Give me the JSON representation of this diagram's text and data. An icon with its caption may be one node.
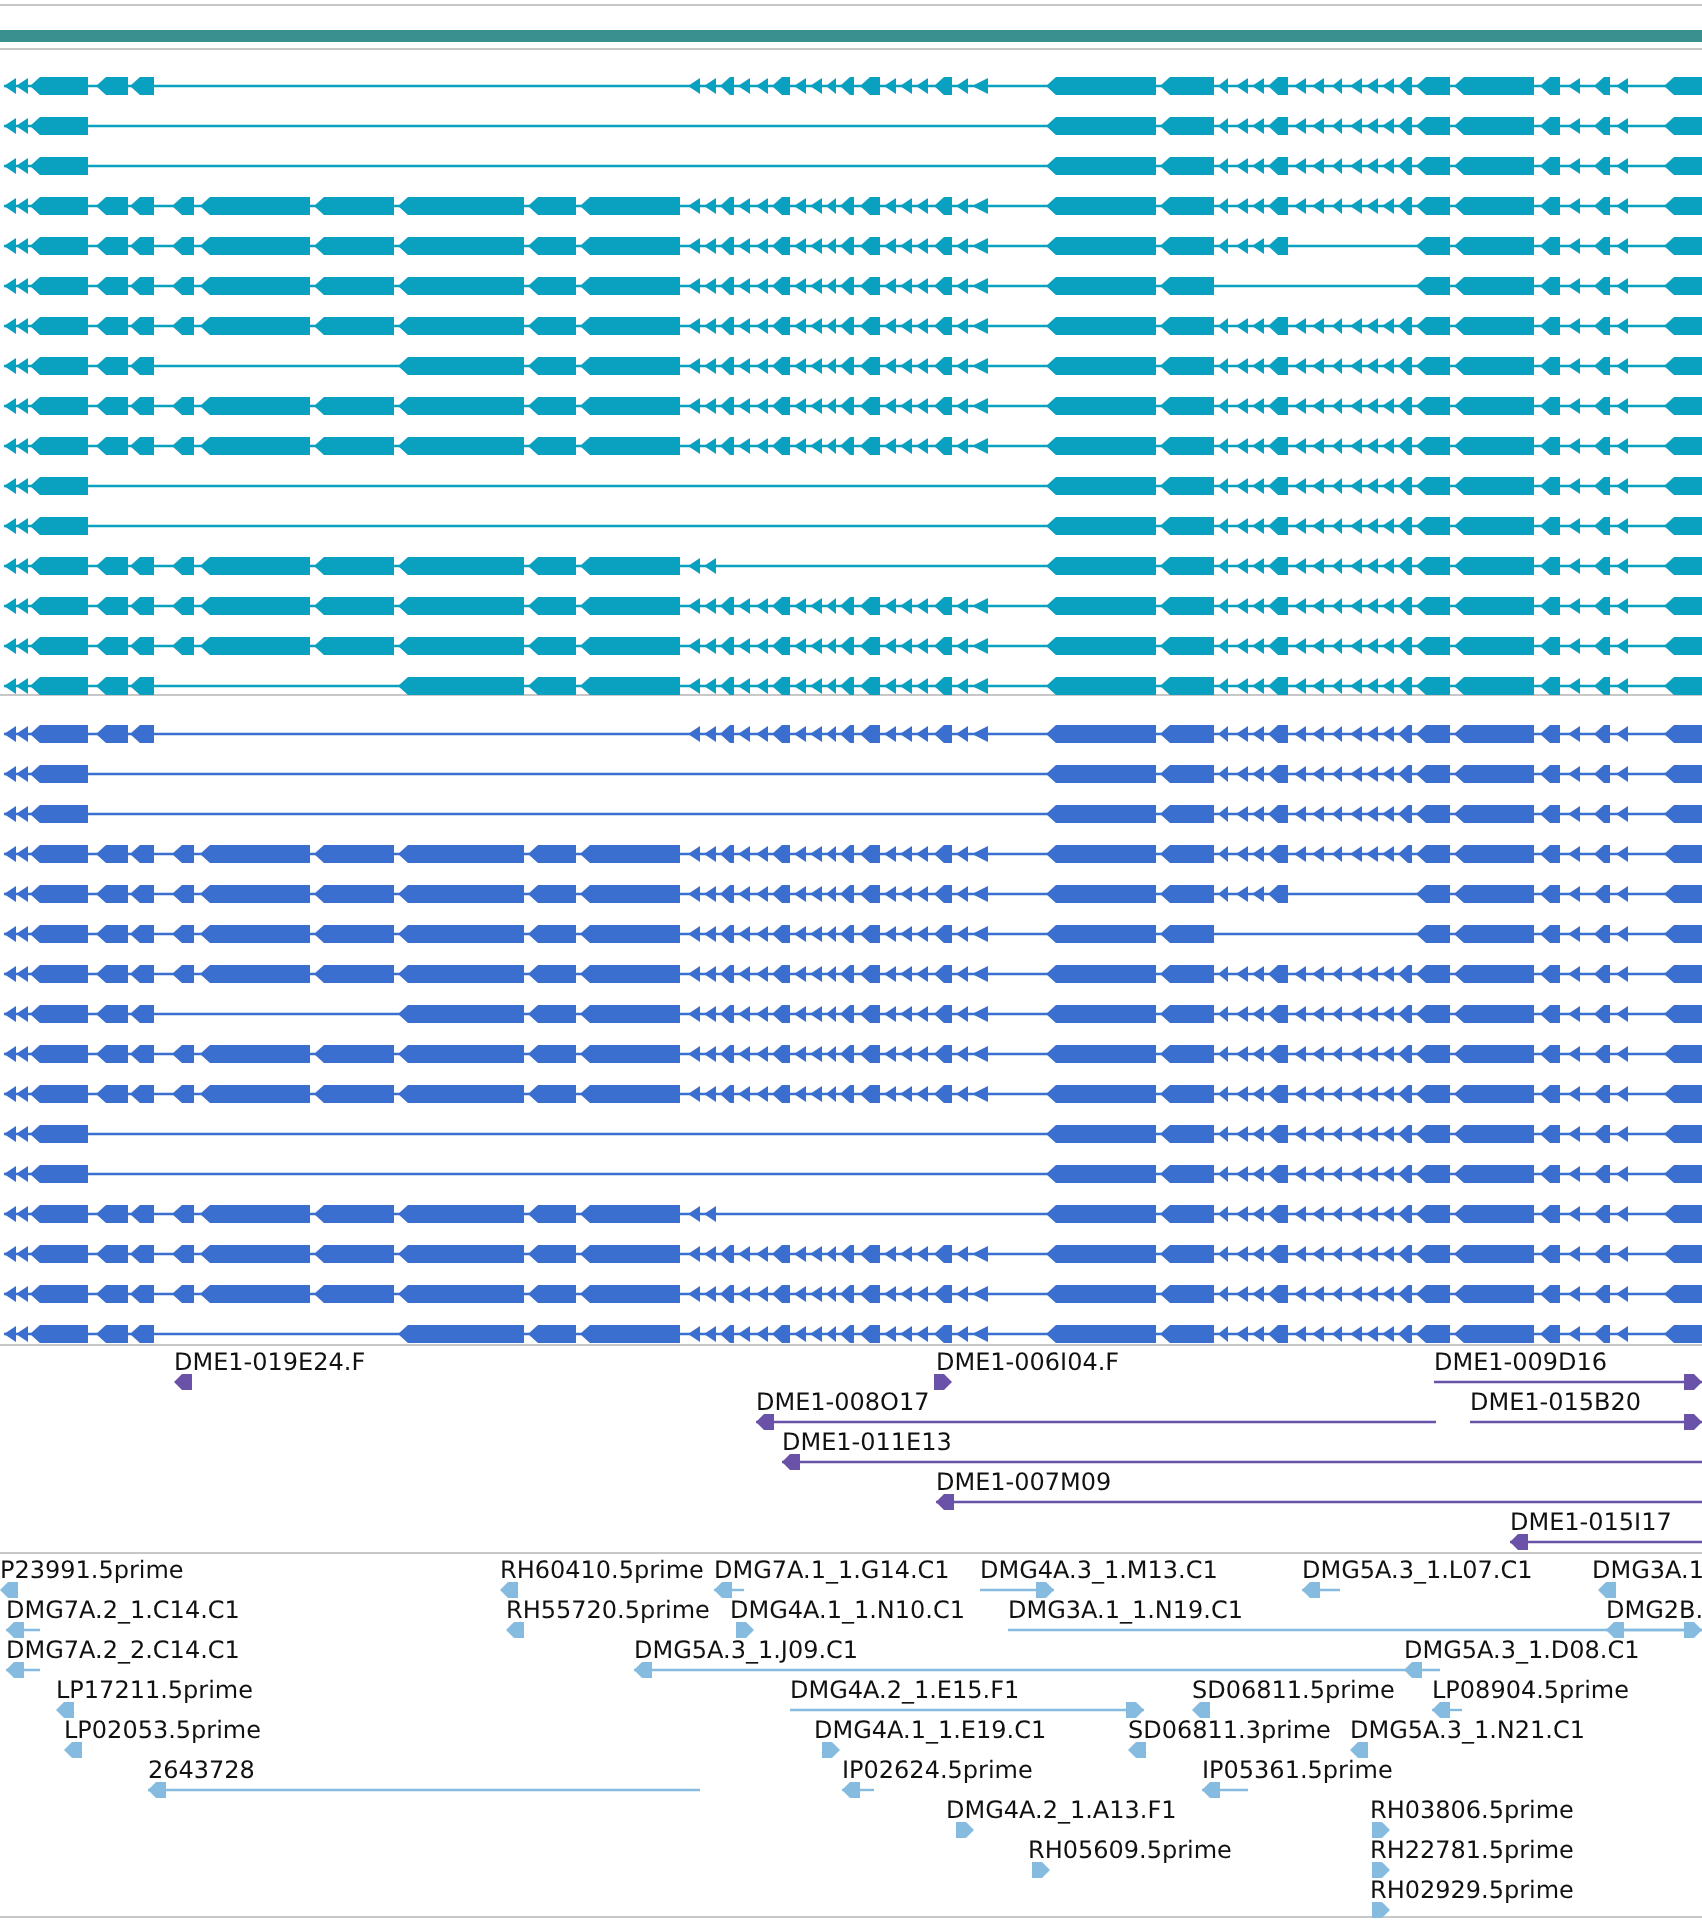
{
  "diagram": {
    "labels": [
      "DME1-019E24.F",
      "DME1-006I04.F",
      "DME1-009D16",
      "DME1-008O17",
      "DME1-015B20",
      "DME1-011E13",
      "DME1-007M09",
      "DME1-015I17",
      "P23991.5prime",
      "RH60410.5prime",
      "DMG7A.1_1.G14.C1",
      "DMG4A.3_1.M13.C1",
      "DMG5A.3_1.L07.C1",
      "DMG3A.1",
      "DMG7A.2_1.C14.C1",
      "RH55720.5prime",
      "DMG4A.1_1.N10.C1",
      "DMG3A.1_1.N19.C1",
      "DMG2B.",
      "DMG7A.2_2.C14.C1",
      "DMG5A.3_1.J09.C1",
      "DMG5A.3_1.D08.C1",
      "LP17211.5prime",
      "DMG4A.2_1.E15.F1",
      "SD06811.5prime",
      "LP08904.5prime",
      "LP02053.5prime",
      "DMG4A.1_1.E19.C1",
      "SD06811.3prime",
      "DMG5A.3_1.N21.C1",
      "2643728",
      "IP02624.5prime",
      "IP05361.5prime",
      "DMG4A.2_1.A13.F1",
      "RH03806.5prime",
      "RH05609.5prime",
      "RH22781.5prime",
      "RH02929.5prime"
    ]
  }
}
